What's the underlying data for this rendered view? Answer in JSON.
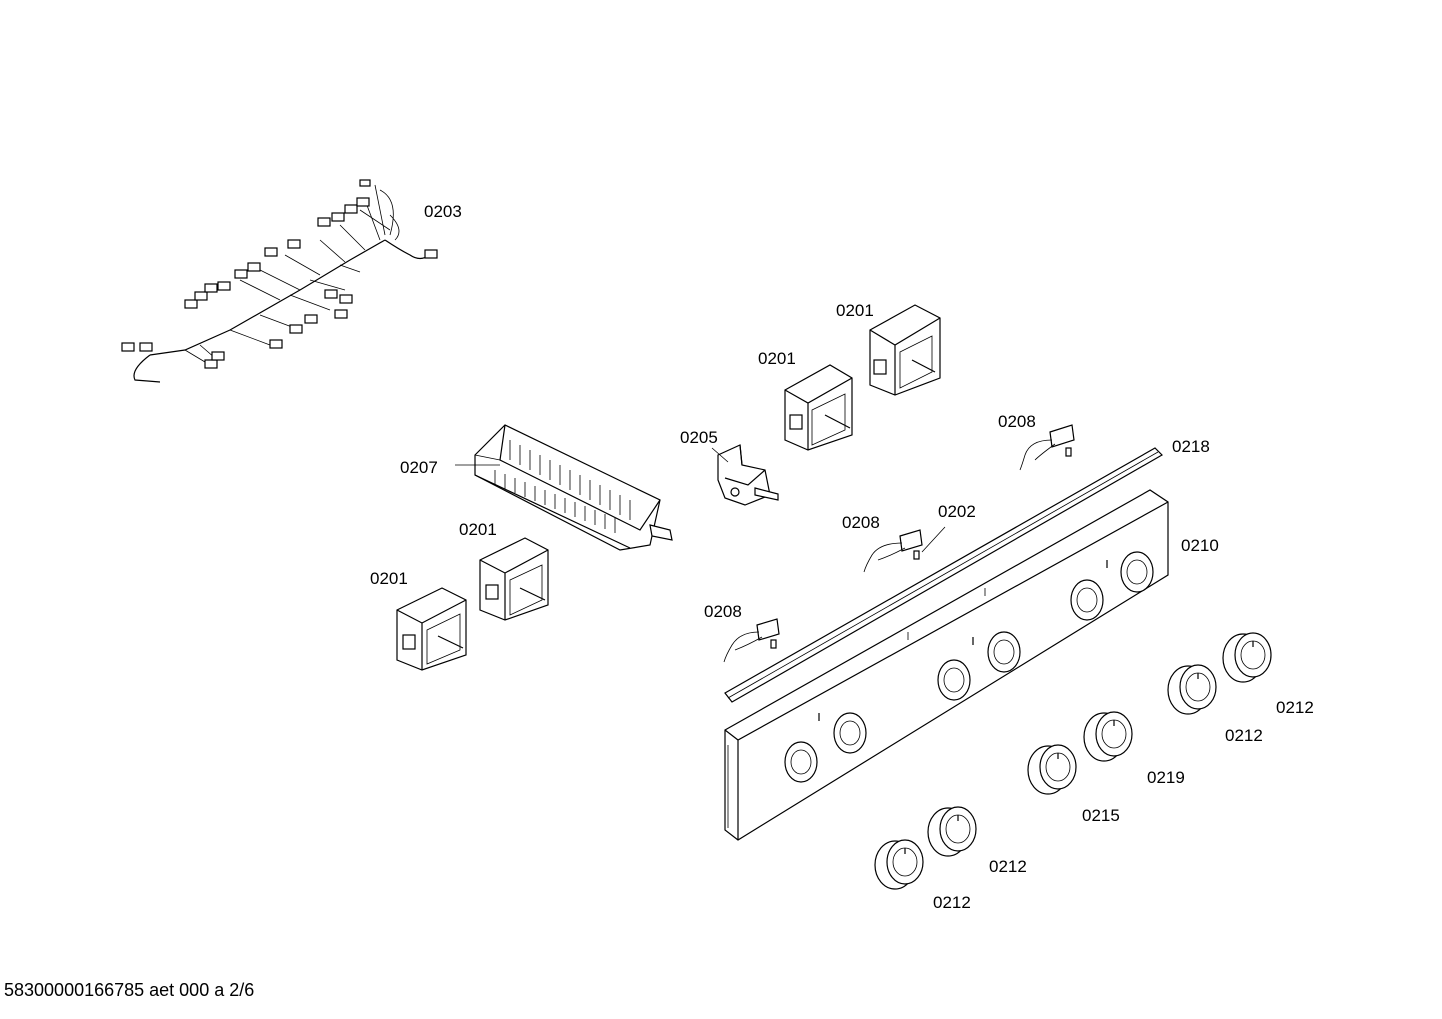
{
  "labels": {
    "l0203": "0203",
    "l0201_a": "0201",
    "l0201_b": "0201",
    "l0201_c": "0201",
    "l0201_d": "0201",
    "l0207": "0207",
    "l0205": "0205",
    "l0208_a": "0208",
    "l0208_b": "0208",
    "l0208_c": "0208",
    "l0218": "0218",
    "l0202": "0202",
    "l0210": "0210",
    "l0212_a": "0212",
    "l0212_b": "0212",
    "l0212_c": "0212",
    "l0212_d": "0212",
    "l0219": "0219",
    "l0215": "0215"
  },
  "footer": {
    "doc_id": "58300000166785 aet 000 a 2/6"
  }
}
